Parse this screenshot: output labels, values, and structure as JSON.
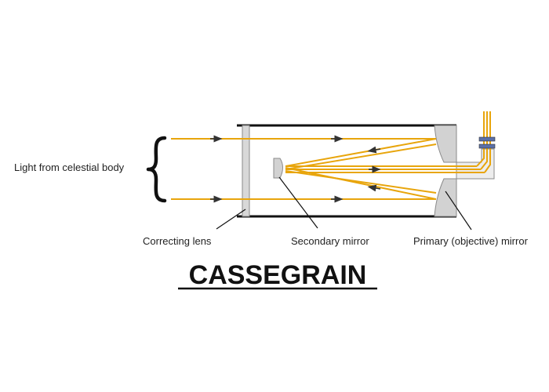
{
  "labels": {
    "light_source": "Light from celestial body",
    "correcting_lens": "Correcting lens",
    "secondary_mirror": "Secondary mirror",
    "primary_mirror": "Primary (objective) mirror"
  },
  "title": "CASSEGRAIN",
  "colors": {
    "ray": "#E8A50C",
    "tube": "#111111",
    "mirror_fill": "#D2D2D2",
    "mirror_stroke": "#8A8A8A",
    "eyepiece_band": "#5A6FA8",
    "text": "#222222"
  }
}
